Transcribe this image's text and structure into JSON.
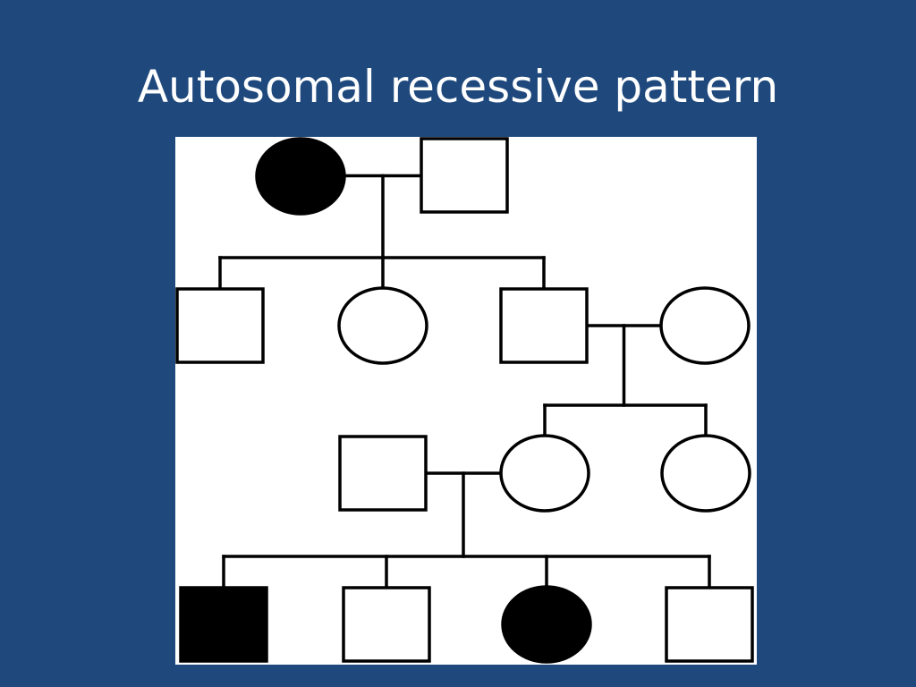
{
  "slide": {
    "title": "Autosomal recessive pattern"
  },
  "colors": {
    "background": "#1f497d",
    "title_text": "#ffffff",
    "panel": "#ffffff",
    "affected": "#000000",
    "unaffected": "#ffffff",
    "line": "#000000"
  },
  "pedigree": {
    "generations": [
      {
        "id": "I",
        "individuals": [
          {
            "id": "I-1",
            "sex": "female",
            "affected": true
          },
          {
            "id": "I-2",
            "sex": "male",
            "affected": false
          }
        ]
      },
      {
        "id": "II",
        "individuals": [
          {
            "id": "II-1",
            "sex": "male",
            "affected": false
          },
          {
            "id": "II-2",
            "sex": "female",
            "affected": false
          },
          {
            "id": "II-3",
            "sex": "male",
            "affected": false
          },
          {
            "id": "II-4",
            "sex": "female",
            "affected": false
          }
        ]
      },
      {
        "id": "III",
        "individuals": [
          {
            "id": "III-1",
            "sex": "male",
            "affected": false
          },
          {
            "id": "III-2",
            "sex": "female",
            "affected": false
          },
          {
            "id": "III-3",
            "sex": "female",
            "affected": false
          }
        ]
      },
      {
        "id": "IV",
        "individuals": [
          {
            "id": "IV-1",
            "sex": "male",
            "affected": true
          },
          {
            "id": "IV-2",
            "sex": "male",
            "affected": false
          },
          {
            "id": "IV-3",
            "sex": "female",
            "affected": true
          },
          {
            "id": "IV-4",
            "sex": "male",
            "affected": false
          }
        ]
      }
    ],
    "matings": [
      {
        "partners": [
          "I-1",
          "I-2"
        ],
        "children": [
          "II-1",
          "II-2",
          "II-3"
        ]
      },
      {
        "partners": [
          "II-3",
          "II-4"
        ],
        "children": [
          "III-2",
          "III-3"
        ]
      },
      {
        "partners": [
          "III-1",
          "III-2"
        ],
        "children": [
          "IV-1",
          "IV-2",
          "IV-3",
          "IV-4"
        ]
      }
    ]
  }
}
